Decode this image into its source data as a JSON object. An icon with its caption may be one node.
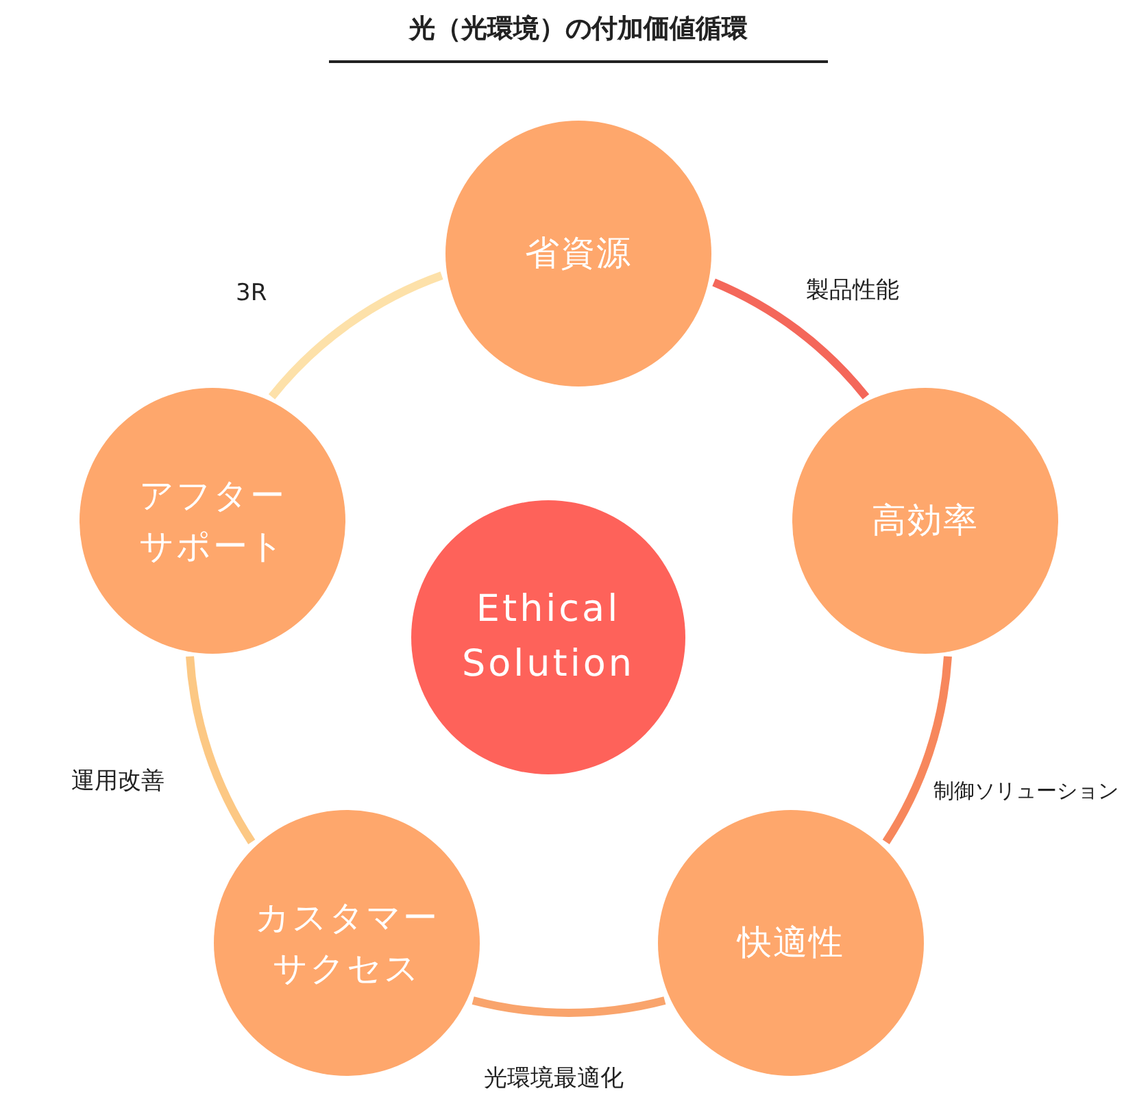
{
  "diagram": {
    "title": "光（光環境）の付加価値循環",
    "nodes": [
      {
        "text": [
          "Ethical Solution"
        ]
      },
      {
        "text": [
          "省資源"
        ]
      },
      {
        "text": [
          "高効率"
        ]
      },
      {
        "text": [
          "快適性"
        ]
      },
      {
        "text": [
          "カスタマーサクセス"
        ]
      },
      {
        "text": [
          "アフターサポート"
        ]
      }
    ],
    "edges": [
      {
        "from": 1,
        "to": 2,
        "arrow": "none",
        "label": "製品性能",
        "color": "#f4675a"
      },
      {
        "from": 2,
        "to": 3,
        "arrow": "none",
        "label": "制御ソリューション",
        "color": "#f7875c"
      },
      {
        "from": 3,
        "to": 4,
        "arrow": "none",
        "label": "光環境最適化",
        "color": "#f9a46c"
      },
      {
        "from": 4,
        "to": 5,
        "arrow": "none",
        "label": "運用改善",
        "color": "#fcc884"
      },
      {
        "from": 5,
        "to": 1,
        "arrow": "none",
        "label": "3R",
        "color": "#fde1a9"
      }
    ]
  }
}
